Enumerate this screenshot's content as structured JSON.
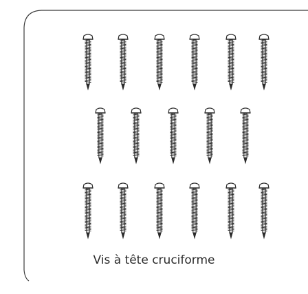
{
  "figure": {
    "caption": "Vis à tête cruciforme",
    "icon": "screw-icon",
    "rows": [
      {
        "count": 6
      },
      {
        "count": 5
      },
      {
        "count": 6
      }
    ],
    "line_color": "#2a2a2a"
  }
}
